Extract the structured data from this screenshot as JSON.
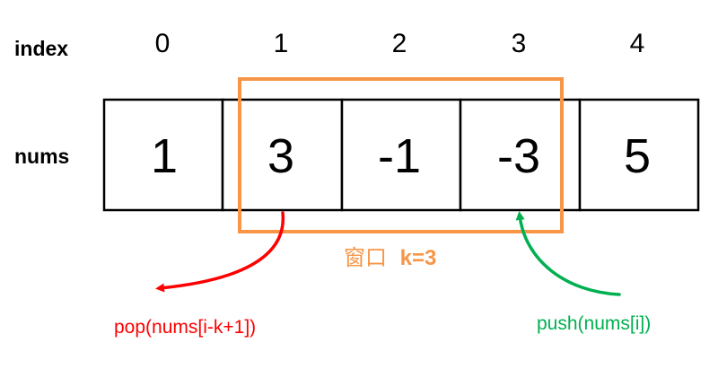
{
  "labels": {
    "index": "index",
    "nums": "nums"
  },
  "indices": [
    "0",
    "1",
    "2",
    "3",
    "4"
  ],
  "values": [
    "1",
    "3",
    "-1",
    "-3",
    "5"
  ],
  "window": {
    "label_cn": "窗口",
    "label_k": "k=3",
    "start_index": 1,
    "end_index": 3,
    "color": "#f79646"
  },
  "operations": {
    "pop": {
      "label": "pop(nums[i-k+1])",
      "color": "#ff0000"
    },
    "push": {
      "label": "push(nums[i])",
      "color": "#00b050"
    }
  }
}
